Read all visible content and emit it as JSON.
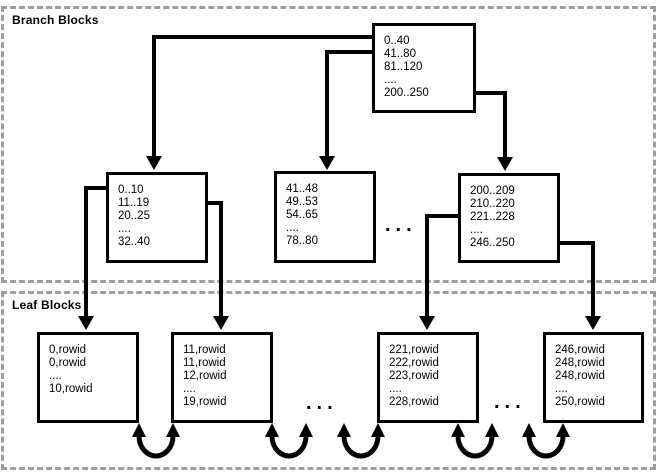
{
  "sections": {
    "branch": {
      "label": "Branch Blocks"
    },
    "leaf": {
      "label": "Leaf Blocks"
    }
  },
  "blocks": {
    "root": {
      "lines": [
        "0..40",
        "41..80",
        "81..120",
        "....",
        "200..250"
      ]
    },
    "branch1": {
      "lines": [
        "0..10",
        "11..19",
        "20..25",
        "....",
        "32..40"
      ]
    },
    "branch2": {
      "lines": [
        "41..48",
        "49..53",
        "54..65",
        "....",
        "78..80"
      ]
    },
    "branch3": {
      "lines": [
        "200..209",
        "210..220",
        "221..228",
        "....",
        "246..250"
      ]
    },
    "leaf1": {
      "lines": [
        "0,rowid",
        "0,rowid",
        "....",
        "10,rowid"
      ]
    },
    "leaf2": {
      "lines": [
        "11,rowid",
        "11,rowid",
        "12,rowid",
        "....",
        "19,rowid"
      ]
    },
    "leaf3": {
      "lines": [
        "221,rowid",
        "222,rowid",
        "223,rowid",
        "....",
        "228,rowid"
      ]
    },
    "leaf4": {
      "lines": [
        "246,rowid",
        "248,rowid",
        "248,rowid",
        "....",
        "250,rowid"
      ]
    }
  },
  "ellipsis": {
    "branch": "...",
    "leaf_gap_1": "...",
    "leaf_gap_2": "..."
  },
  "colors": {
    "line": "#000000",
    "dashed_border": "#9e9e9e",
    "background": "#ffffff"
  }
}
